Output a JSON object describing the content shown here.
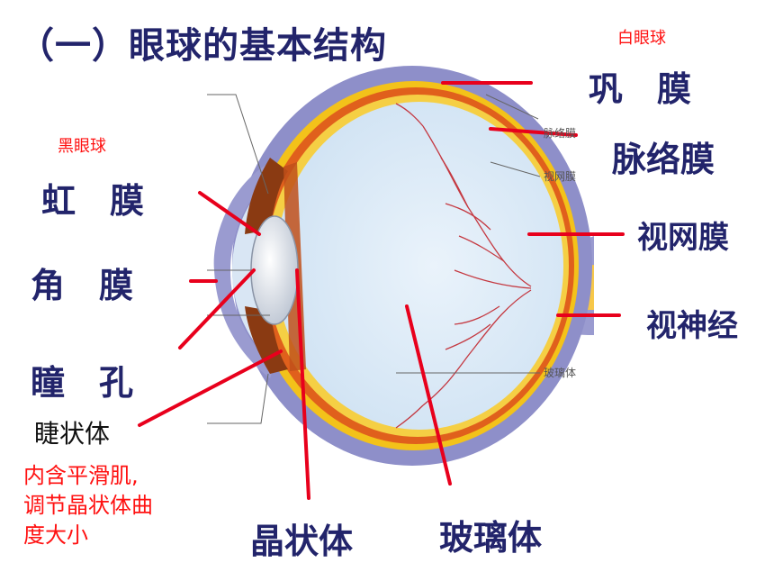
{
  "title": "（一）眼球的基本结构",
  "notes": {
    "white_eye": "白眼球",
    "black_eye": "黑眼球",
    "smooth_muscle_1": "内含平滑肌,",
    "smooth_muscle_2": "调节晶状体曲",
    "smooth_muscle_3": "度大小"
  },
  "labels": {
    "sclera": "巩　膜",
    "choroid": "脉络膜",
    "retina": "视网膜",
    "optic_nerve": "视神经",
    "iris": "虹　膜",
    "cornea": "角　膜",
    "pupil": "瞳　孔",
    "ciliary_body": "睫状体",
    "lens": "晶状体",
    "vitreous": "玻璃体"
  },
  "image_text": {
    "choroid_small": "脉络膜",
    "retina_small": "视网膜",
    "vitreous_small": "玻璃体"
  },
  "colors": {
    "label_navy": "#22246b",
    "pointer_red": "#e8001c",
    "note_red": "#ff1111",
    "sclera_purple": "#8e8fc9",
    "choroid_orange": "#e0601c",
    "retina_yellow": "#f3c21a",
    "vitreous_blue": "#dcebf7"
  }
}
